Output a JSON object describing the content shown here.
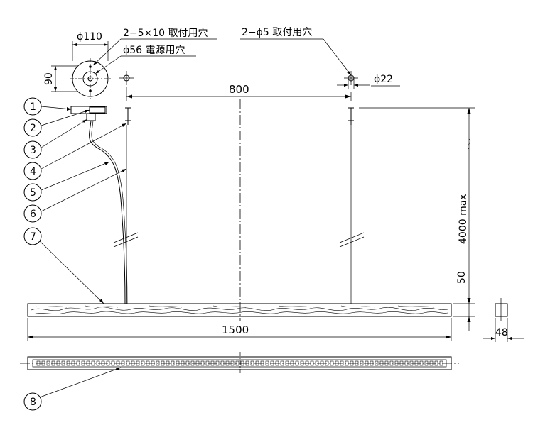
{
  "canopy_notes": {
    "dia_outer": "ϕ110",
    "mount_holes": "2−5×10 取付用穴",
    "power_hole": "ϕ56 電源用穴",
    "height_90": "90"
  },
  "suspension_notes": {
    "holes": "2−ϕ5 取付用穴",
    "dia_22": "ϕ22"
  },
  "dimensions": {
    "spacing": "800",
    "length": "1500",
    "drop": "4000 max",
    "bottom_gap": "50",
    "width": "48"
  },
  "callouts": [
    "1",
    "2",
    "3",
    "4",
    "5",
    "6",
    "7",
    "8"
  ]
}
